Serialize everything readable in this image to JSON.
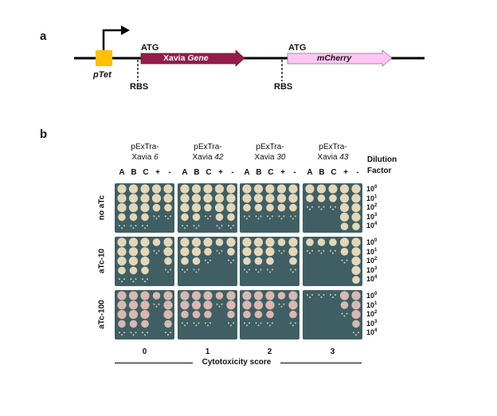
{
  "panel_a": {
    "label": "a",
    "promoter": "pTet",
    "atg1": "ATG",
    "atg2": "ATG",
    "gene1_prefix": "Xavia ",
    "gene1_italic": "Gene",
    "gene2": "mCherry",
    "rbs1": "RBS",
    "rbs2": "RBS",
    "colors": {
      "promoter": "#ffc000",
      "gene1": "#951b4c",
      "gene2": "#ffc6f5"
    }
  },
  "panel_b": {
    "label": "b",
    "strains": [
      {
        "line1": "pExTra-",
        "line2": "Xavia ",
        "num": "6"
      },
      {
        "line1": "pExTra-",
        "line2": "Xavia ",
        "num": "42"
      },
      {
        "line1": "pExTra-",
        "line2": "Xavia ",
        "num": "30"
      },
      {
        "line1": "pExTra-",
        "line2": "Xavia ",
        "num": "43"
      }
    ],
    "lanes": [
      "A",
      "B",
      "C",
      "+",
      "-"
    ],
    "dilution_header1": "Dilution",
    "dilution_header2": "Factor",
    "dilutions": [
      {
        "base": "10",
        "exp": "0"
      },
      {
        "base": "10",
        "exp": "1"
      },
      {
        "base": "10",
        "exp": "2"
      },
      {
        "base": "10",
        "exp": "3"
      },
      {
        "base": "10",
        "exp": "4"
      }
    ],
    "conditions": [
      "no aTc",
      "aTc-10",
      "aTc-100"
    ],
    "scores": [
      "0",
      "1",
      "2",
      "3"
    ],
    "axis_label": "Cytotoxicity score",
    "growth_spots": [
      [
        [
          4,
          4,
          4,
          3,
          3
        ],
        [
          4,
          4,
          3,
          4,
          4
        ],
        [
          3,
          3,
          3,
          3,
          3
        ],
        [
          2,
          2,
          2,
          5,
          5
        ]
      ],
      [
        [
          4,
          4,
          4,
          1,
          3
        ],
        [
          3,
          3,
          2,
          1,
          2
        ],
        [
          3,
          3,
          3,
          1,
          3
        ],
        [
          1,
          1,
          1,
          2,
          5
        ]
      ],
      [
        [
          4,
          4,
          4,
          1,
          4
        ],
        [
          3,
          3,
          3,
          1,
          3
        ],
        [
          3,
          3,
          3,
          1,
          3
        ],
        [
          0,
          0,
          0,
          2,
          4
        ]
      ]
    ]
  }
}
